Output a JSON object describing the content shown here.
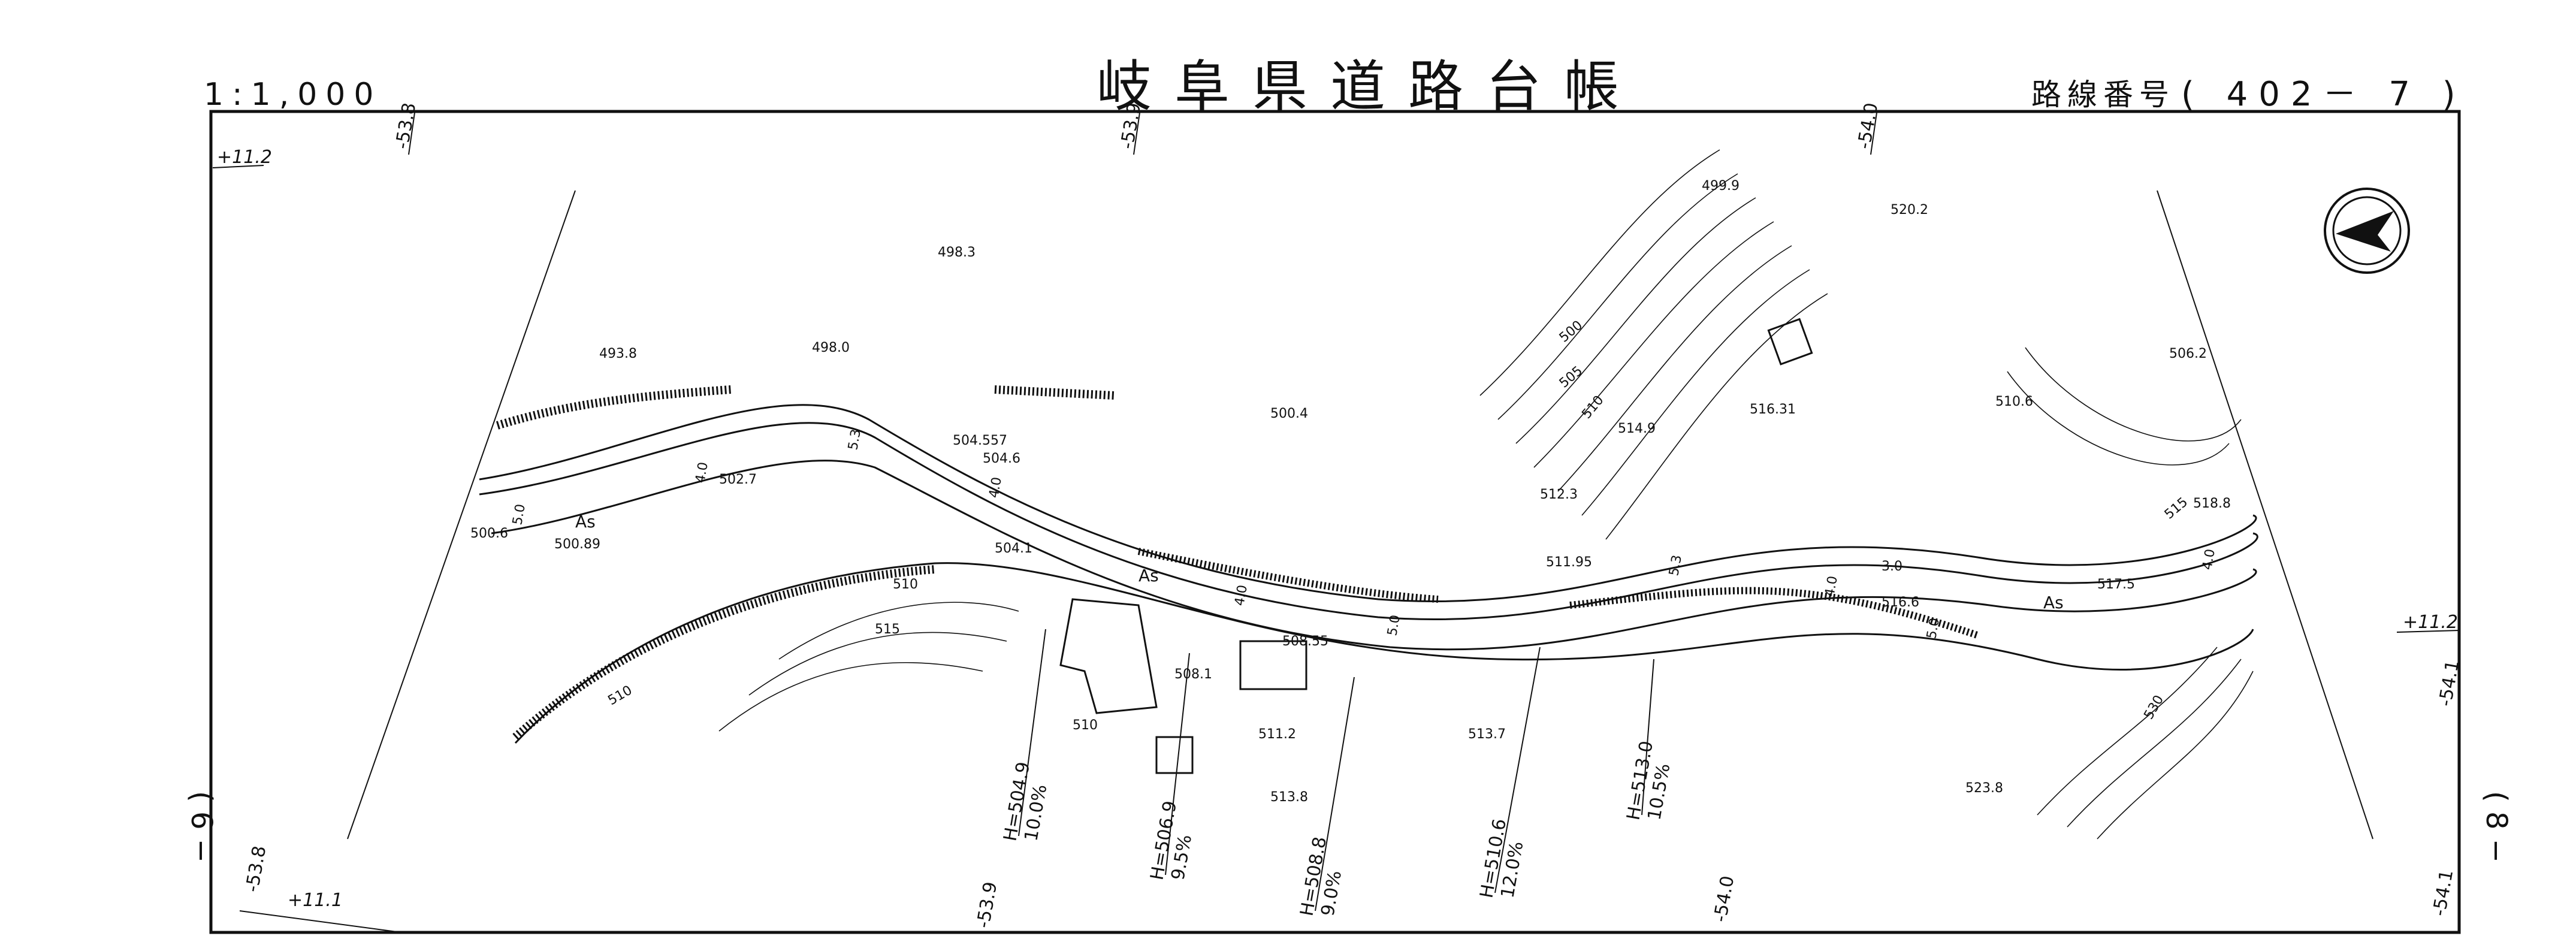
{
  "header": {
    "scale": "1:1,000",
    "title": "岐阜県道路台帳",
    "route_label": "路線番号",
    "route_number": "( 402－ 7 )"
  },
  "sheet_left": "( 6 −",
  "sheet_right": "( 8 −",
  "frame_marks": {
    "top": [
      "-53.8",
      "-53.9",
      "-54.0"
    ],
    "bottom": [
      "-53.8",
      "-53.9",
      "-54.0",
      "-54.1"
    ],
    "left_top": "+11.2",
    "left_bottom": "+11.1",
    "right_mid": "+11.2",
    "right_mid2": "-54.1"
  },
  "surface_label": "As",
  "spot_heights": [
    "498.3",
    "498.0",
    "493.8",
    "500.4",
    "499.9",
    "520.2",
    "506.2",
    "510.6",
    "504.557",
    "504.6",
    "502.7",
    "500.6",
    "500.89",
    "504.1",
    "514.9",
    "516.31",
    "512.3",
    "511.95",
    "518.8",
    "517.5",
    "516.6",
    "508.55",
    "508.1",
    "511.2",
    "513.7",
    "513.8",
    "523.8"
  ],
  "contour_labels": [
    "500",
    "505",
    "510",
    "510",
    "515",
    "510",
    "530",
    "515",
    "510"
  ],
  "widths": [
    "4.0",
    "5.0",
    "5.3",
    "4.0",
    "4.0",
    "5.0",
    "5.3",
    "4.0",
    "4.0",
    "5.0",
    "3.0"
  ],
  "grade_labels": [
    {
      "h": "H=504.9",
      "pct": "10.0%"
    },
    {
      "h": "H=506.9",
      "pct": "9.5%"
    },
    {
      "h": "H=508.8",
      "pct": "9.0%"
    },
    {
      "h": "H=510.6",
      "pct": "12.0%"
    },
    {
      "h": "H=513.0",
      "pct": "10.5%"
    }
  ]
}
